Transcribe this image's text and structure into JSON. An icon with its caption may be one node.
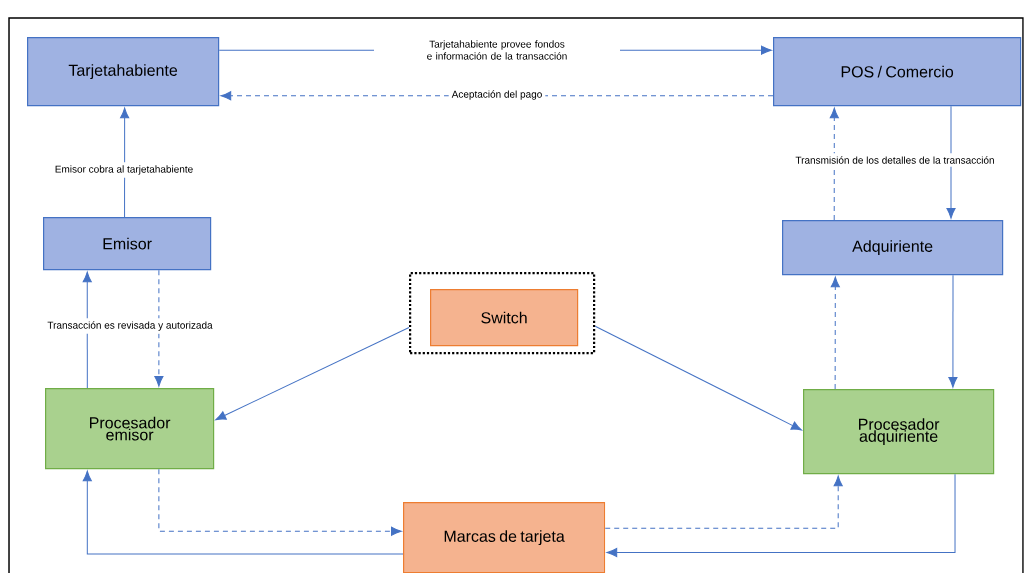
{
  "diagram": {
    "nodes": [
      {
        "text": [
          "Tarjetahabiente"
        ]
      },
      {
        "text": [
          "POS / Comercio"
        ]
      },
      {
        "text": [
          "Emisor"
        ]
      },
      {
        "text": [
          "Adquiriente"
        ]
      },
      {
        "text": [],
        "shape": "box"
      },
      {
        "text": [
          "Switch"
        ],
        "in": 4
      },
      {
        "text": [
          "Procesador emisor"
        ]
      },
      {
        "text": [
          "Procesador adquiriente"
        ]
      },
      {
        "text": [
          "Marcas de tarjeta"
        ]
      }
    ],
    "edges": [
      {
        "from": 0,
        "to": 1,
        "arrow": "to",
        "label": "Tarjetahabiente provee fondos e información de la transacción"
      },
      {
        "from": 1,
        "to": 0,
        "arrow": "to",
        "style": "dashed",
        "label": "Aceptación del pago"
      },
      {
        "from": 2,
        "to": 0,
        "arrow": "to",
        "label": "Emisor cobra al tarjetahabiente"
      },
      {
        "from": 3,
        "to": 1,
        "arrow": "to",
        "style": "dashed"
      },
      {
        "from": 1,
        "to": 3,
        "arrow": "to",
        "label": "Transmisión de los detalles de la transacción"
      },
      {
        "from": 6,
        "to": 2,
        "arrow": "to",
        "label": "Transacción es revisada y autorizada"
      },
      {
        "from": 2,
        "to": 6,
        "arrow": "to",
        "style": "dashed"
      },
      {
        "from": 7,
        "to": 3,
        "arrow": "to",
        "style": "dashed"
      },
      {
        "from": 3,
        "to": 7,
        "arrow": "to"
      },
      {
        "from": 4,
        "to": 6,
        "arrow": "to"
      },
      {
        "from": 4,
        "to": 7,
        "arrow": "to"
      },
      {
        "from": 6,
        "to": 8,
        "arrow": "to",
        "style": "dashed"
      },
      {
        "from": 8,
        "to": 7,
        "arrow": "to",
        "style": "dashed"
      },
      {
        "from": 8,
        "to": 6,
        "arrow": "to"
      },
      {
        "from": 7,
        "to": 8,
        "arrow": "to"
      }
    ]
  }
}
